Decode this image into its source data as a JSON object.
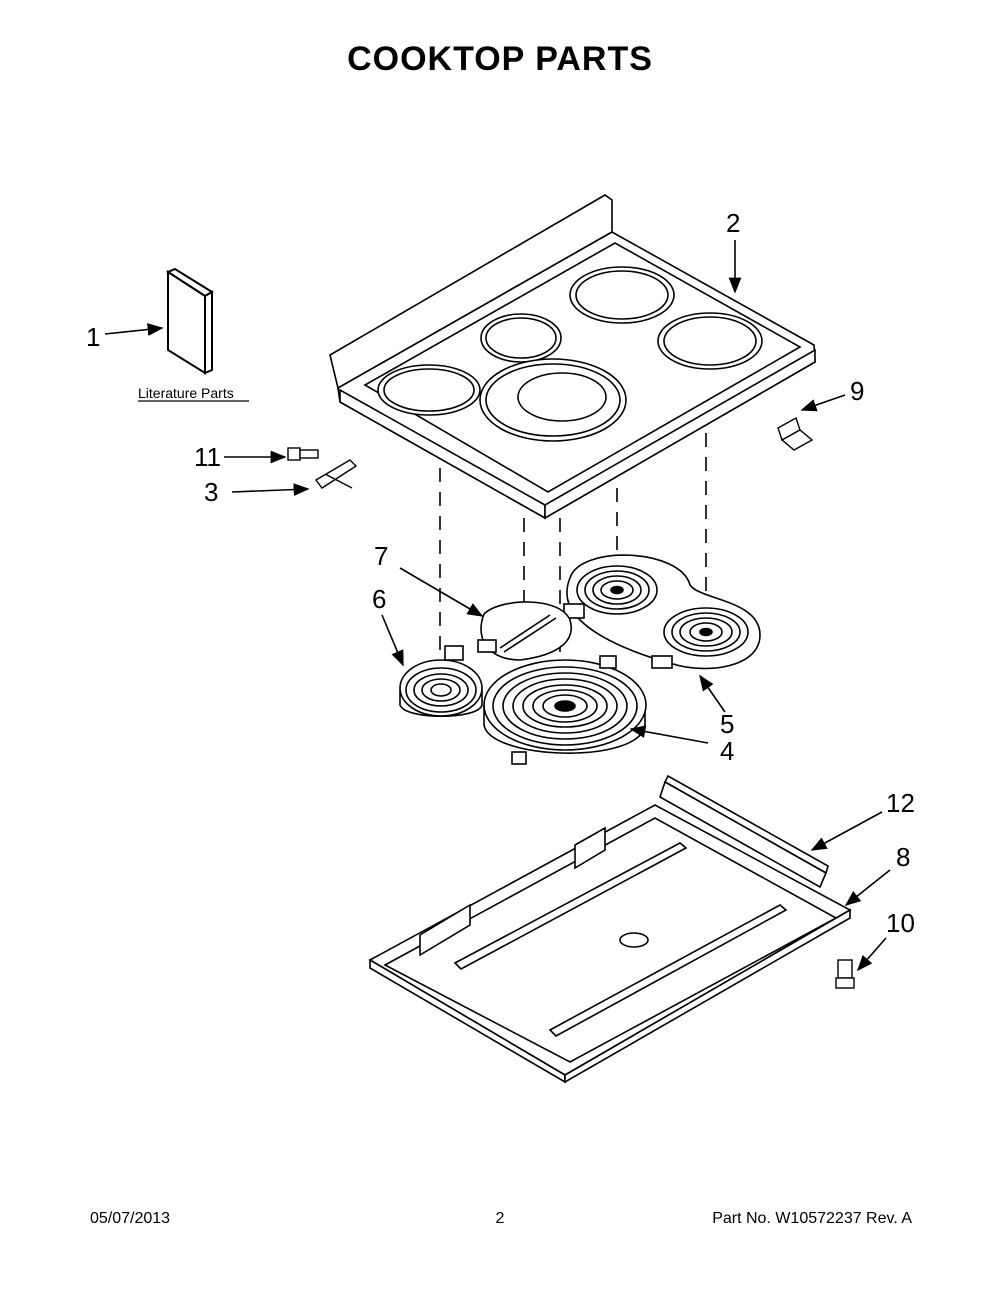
{
  "title": "COOKTOP PARTS",
  "literature_label": "Literature Parts",
  "callouts": {
    "c1": "1",
    "c2": "2",
    "c3": "3",
    "c4": "4",
    "c5": "5",
    "c6": "6",
    "c7": "7",
    "c8": "8",
    "c9": "9",
    "c10": "10",
    "c11": "11",
    "c12": "12"
  },
  "footer": {
    "date": "05/07/2013",
    "page": "2",
    "part": "Part No.  W10572237  Rev.  A"
  }
}
